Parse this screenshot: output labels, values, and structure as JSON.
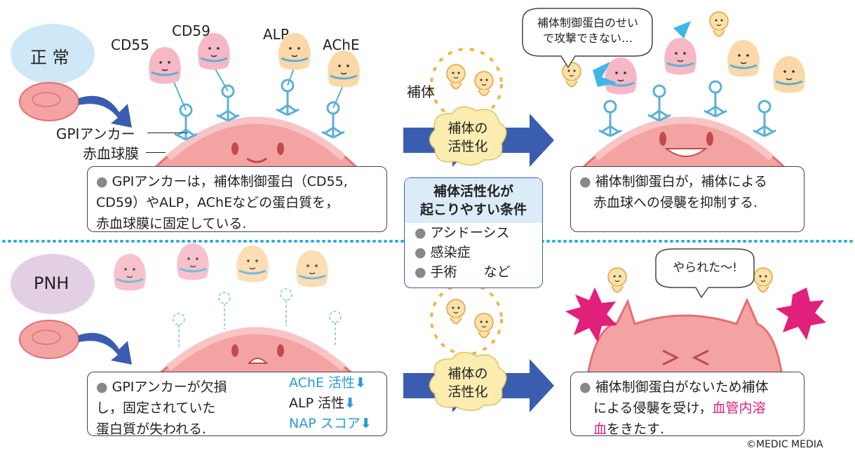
{
  "rows": {
    "normal_label": "正 常",
    "pnh_label": "PNH"
  },
  "normal": {
    "protein_labels": [
      "CD55",
      "CD59",
      "ALP",
      "AChE"
    ],
    "gpi_label": "GPIアンカー",
    "membrane_label": "赤血球膜",
    "description_line1": "GPIアンカーは，補体制御蛋白（CD55,",
    "description_line2": "CD59）やALP，AChEなどの蛋白質を，",
    "description_line3": "赤血球膜に固定している.",
    "result_speech_line1": "補体制御蛋白のせい",
    "result_speech_line2": "で攻撃できない…",
    "result_line1": "補体制御蛋白が，補体による",
    "result_line2": "赤血球への侵襲を抑制する."
  },
  "complement": {
    "label": "補体",
    "activation_line1": "補体の",
    "activation_line2": "活性化"
  },
  "conditions": {
    "title_line1": "補体活性化が",
    "title_line2": "起こりやすい条件",
    "items": [
      "アシドーシス",
      "感染症",
      "手術　　など"
    ]
  },
  "pnh": {
    "description_line1": "GPIアンカーが欠損",
    "description_line2": "し，固定されていた",
    "description_line3": "蛋白質が失われる.",
    "effects": [
      "AChE 活性",
      "ALP 活性",
      "NAP スコア"
    ],
    "speech": "やられた〜!",
    "result_line1": "補体制御蛋白がないため補体",
    "result_line2_a": "による侵襲を受け，",
    "result_line2_b": "血管内溶",
    "result_line3_a": "血",
    "result_line3_b": "をきたす."
  },
  "copyright": "©MEDIC MEDIA",
  "colors": {
    "rbc": "#f4a3a3",
    "rbc_dark": "#e46f72",
    "arrow": "#3a5db0",
    "dotted_line": "#2aa9e0",
    "normal_label_bg": "#cfe8f8",
    "pnh_label_bg": "#e3cfe4",
    "cloud": "#fbecb0",
    "complement_ring": "#f2b548",
    "magenta": "#e0207a",
    "effect_blue": "#2a9ad8"
  }
}
